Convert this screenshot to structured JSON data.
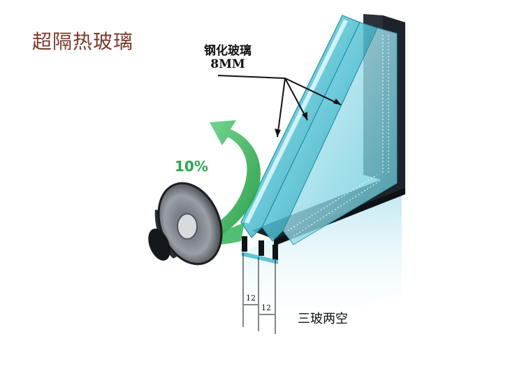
{
  "title": "超隔热玻璃",
  "glass_label_line1": "钢化玻璃",
  "glass_label_line2": "8MM",
  "percent_label": "10%",
  "gap1": "12",
  "gap2": "12",
  "bottom_label": "三玻两空",
  "colors": {
    "title": "#7a3b2a",
    "arrow_green": "#2aa84a",
    "glass": "#3fb6c9",
    "frame": "#1d2328"
  }
}
